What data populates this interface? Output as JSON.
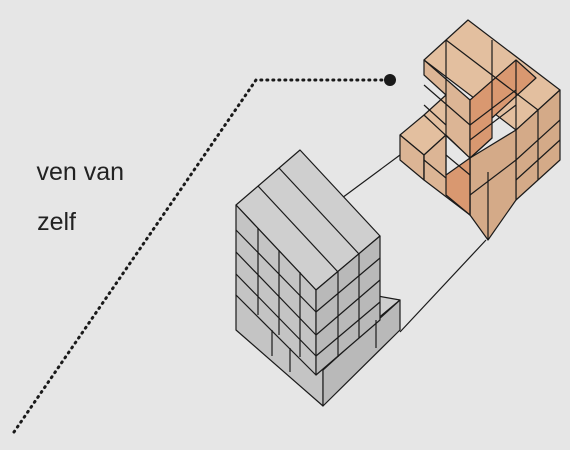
{
  "caption": {
    "line1": "ven van",
    "line2": "zelf"
  },
  "colors": {
    "background": "#e6e6e6",
    "grey_block_top": "#cfcfcf",
    "grey_block_left": "#c4c4c4",
    "grey_block_right": "#b9b9b9",
    "beige_block_top": "#e3bf9f",
    "beige_block_left": "#dcb595",
    "beige_block_right": "#d4aa88",
    "orange_highlight": "#d99870",
    "outline": "#1a1a1a"
  },
  "icons": {
    "pointer_dot": "callout-dot",
    "leader_line": "dotted-leader-line"
  }
}
